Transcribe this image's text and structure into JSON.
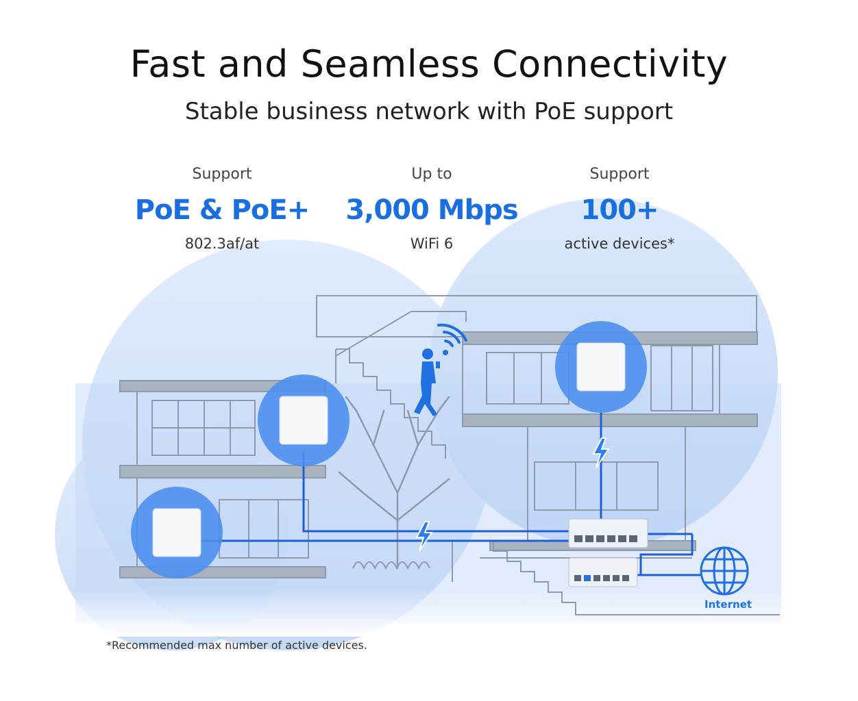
{
  "header": {
    "title": "Fast and Seamless Connectivity",
    "subtitle": "Stable business network with PoE support"
  },
  "features": [
    {
      "pre": "Support",
      "highlight": "PoE & PoE+",
      "post": "802.3af/at"
    },
    {
      "pre": "Up to",
      "highlight": "3,000 Mbps",
      "post": "WiFi 6"
    },
    {
      "pre": "Support",
      "highlight": "100+",
      "post": "active devices*"
    }
  ],
  "diagram": {
    "internet_label": "Internet",
    "wifi_icon": "wifi-icon",
    "power_icon": "lightning-bolt-icon",
    "globe_icon": "globe-icon"
  },
  "footnote": "*Recommended max number of active devices.",
  "colors": {
    "accent": "#1a6fe0",
    "cable": "#1f5fd6",
    "bubble": "#b7d0f5",
    "device_glow": "#4d8fee"
  }
}
